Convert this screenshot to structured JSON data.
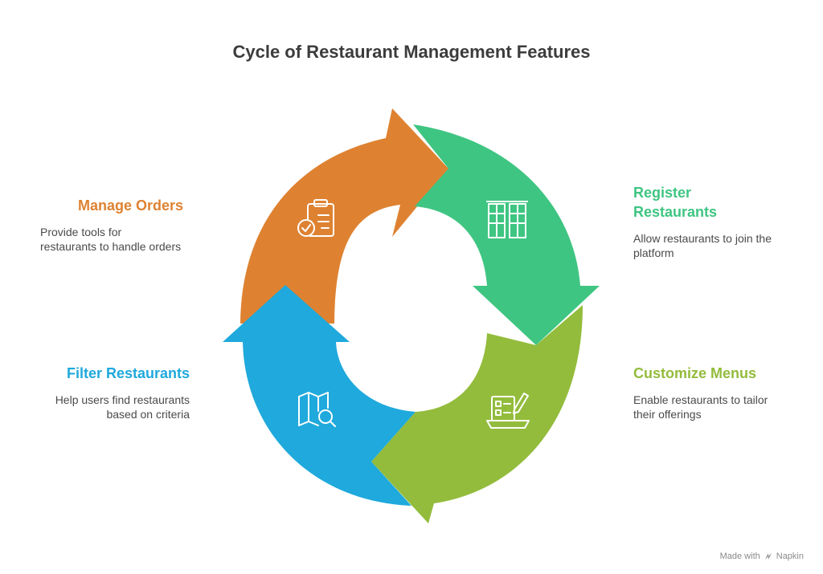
{
  "title": "Cycle of Restaurant Management Features",
  "steps": [
    {
      "id": "manage-orders",
      "title": "Manage Orders",
      "desc_lines": [
        "Provide tools for",
        "restaurants to handle orders"
      ],
      "color": "#DE8231",
      "icon": "clipboard-check-icon"
    },
    {
      "id": "register-restaurants",
      "title_lines": [
        "Register",
        "Restaurants"
      ],
      "desc_lines": [
        "Allow restaurants to join the",
        "platform"
      ],
      "color": "#3FC582",
      "icon": "building-windows-icon"
    },
    {
      "id": "customize-menus",
      "title": "Customize Menus",
      "desc_lines": [
        "Enable restaurants to tailor",
        "their offerings"
      ],
      "color": "#93BC3C",
      "icon": "menu-edit-icon"
    },
    {
      "id": "filter-restaurants",
      "title": "Filter Restaurants",
      "desc_lines": [
        "Help users find restaurants",
        "based on criteria"
      ],
      "color": "#1FA9DC",
      "icon": "map-search-icon"
    }
  ],
  "footer": {
    "made_with": "Made with",
    "brand": "Napkin"
  }
}
